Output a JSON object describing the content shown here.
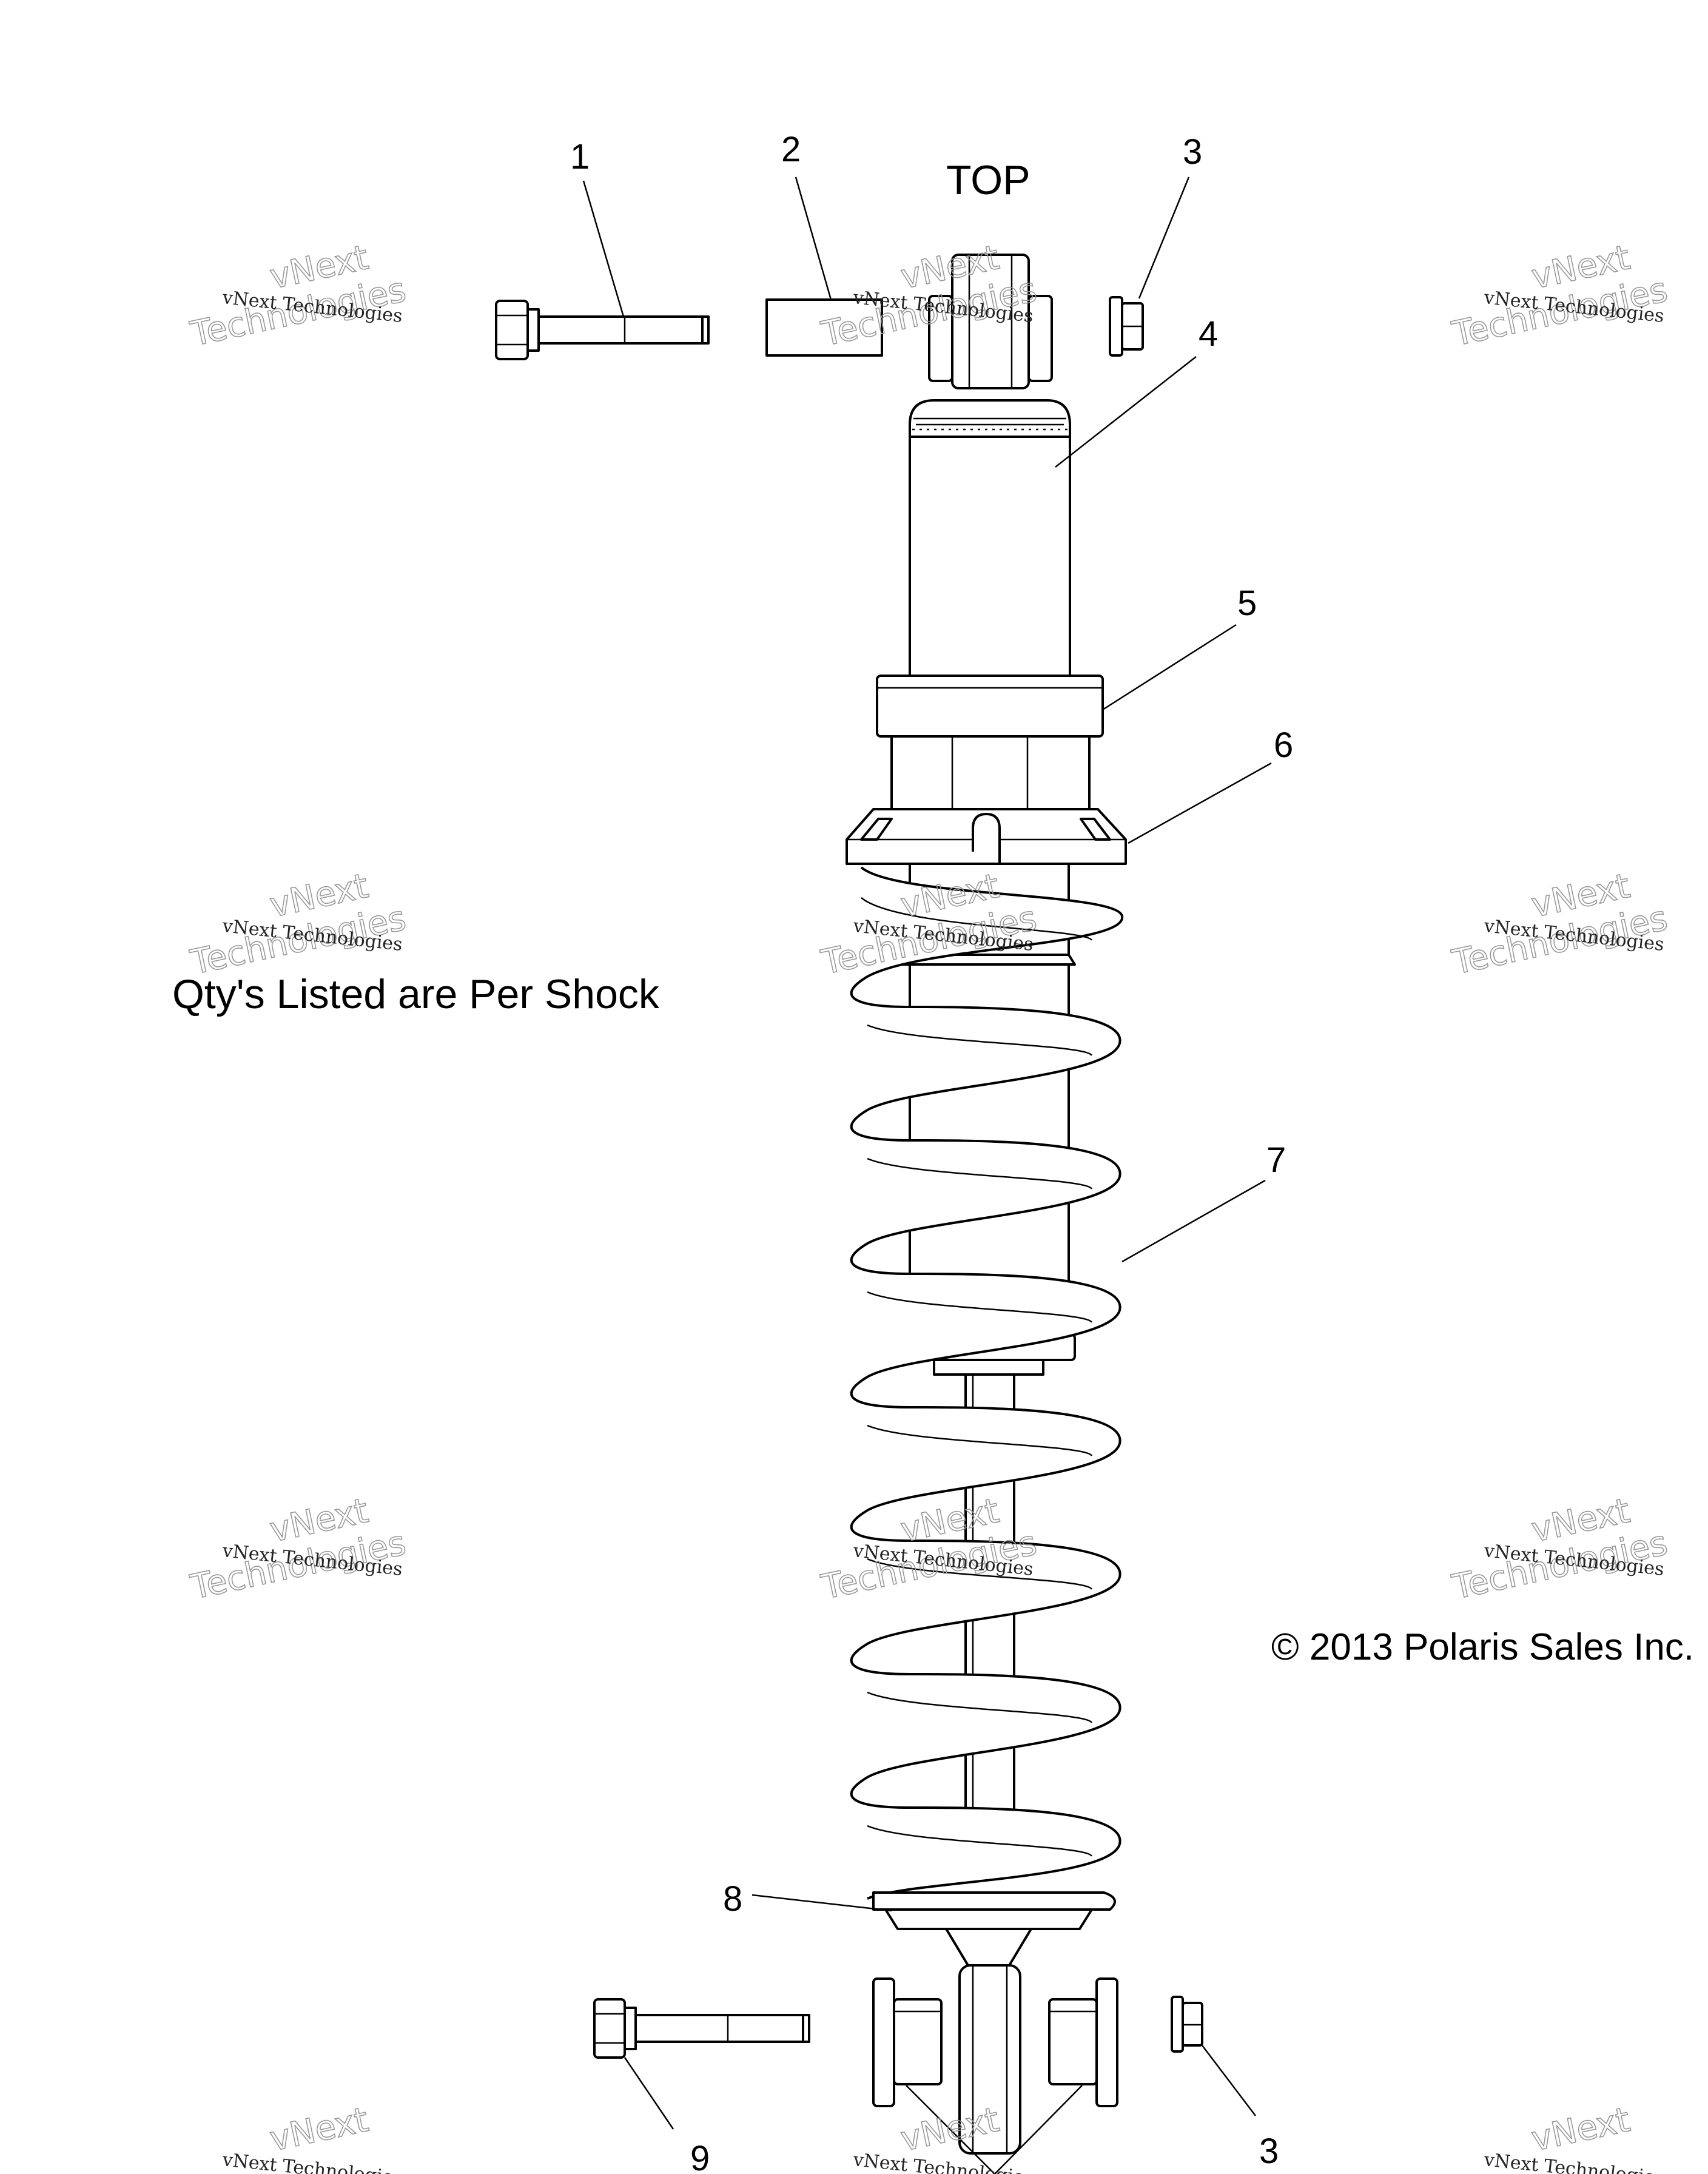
{
  "labels": {
    "top": "TOP",
    "qty_note": "Qty's Listed are Per Shock",
    "copyright": "© 2013 Polaris Sales Inc."
  },
  "callouts": {
    "c1": "1",
    "c2": "2",
    "c3a": "3",
    "c4": "4",
    "c5": "5",
    "c6": "6",
    "c7": "7",
    "c8": "8",
    "c9": "9",
    "c3b": "3"
  },
  "watermark": {
    "line1": "vNext Technologies",
    "line2": "vNext",
    "line3": "Technologies"
  }
}
